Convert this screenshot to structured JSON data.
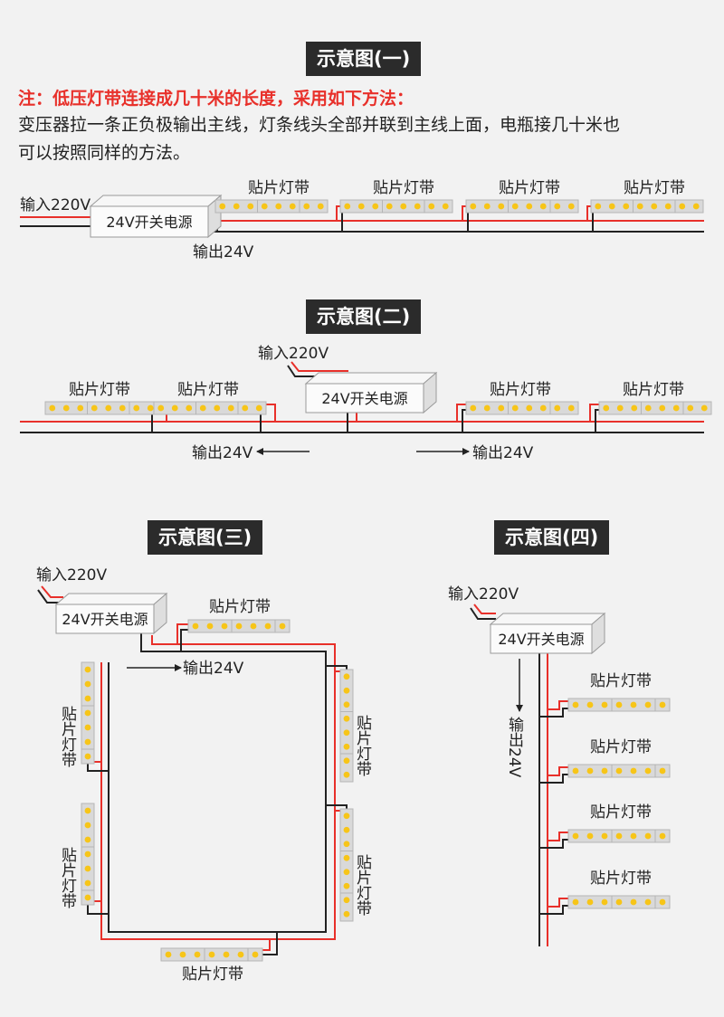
{
  "titles": {
    "d1": "示意图(一)",
    "d2": "示意图(二)",
    "d3": "示意图(三)",
    "d4": "示意图(四)"
  },
  "note": "注：低压灯带连接成几十米的长度，采用如下方法：",
  "paragraph": [
    "变压器拉一条正负极输出主线，灯条线头全部并联到主线上面，电瓶接几十米也",
    "可以按照同样的方法。"
  ],
  "labels": {
    "input": "输入220V",
    "psu": "24V开关电源",
    "output": "输出24V",
    "strip": "贴片灯带",
    "output_vertical": "输出24V"
  },
  "colors": {
    "wire_red": "#e8302a",
    "wire_black": "#222222",
    "led": "#f7c518",
    "strip_body": "#d9d9d9",
    "title_bg": "#2b2b2b"
  }
}
